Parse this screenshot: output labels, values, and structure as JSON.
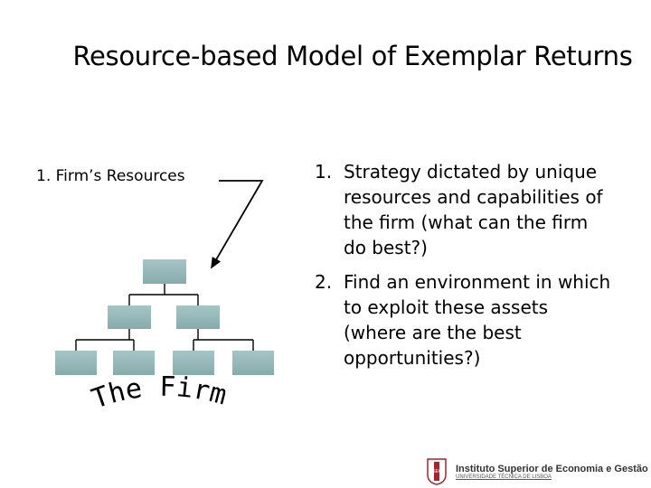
{
  "slide": {
    "title": "Resource-based Model of Exemplar Returns",
    "resources_label": "1. Firm’s Resources",
    "firm_label": "The Firm"
  },
  "list": [
    {
      "num": "1.",
      "text": "Strategy dictated by unique resources and capabilities of the firm (what can the firm do best?)"
    },
    {
      "num": "2.",
      "text": "Find an environment in which to exploit these assets (where are the best opportunities?)"
    }
  ],
  "footer": {
    "institution": "Instituto Superior de Economia e Gestão",
    "university": "UNIVERSIDADE TÉCNICA DE LISBOA",
    "logo_text": "ISEG"
  },
  "colors": {
    "box": "#8fb3b3",
    "logo": "#b0202a"
  }
}
